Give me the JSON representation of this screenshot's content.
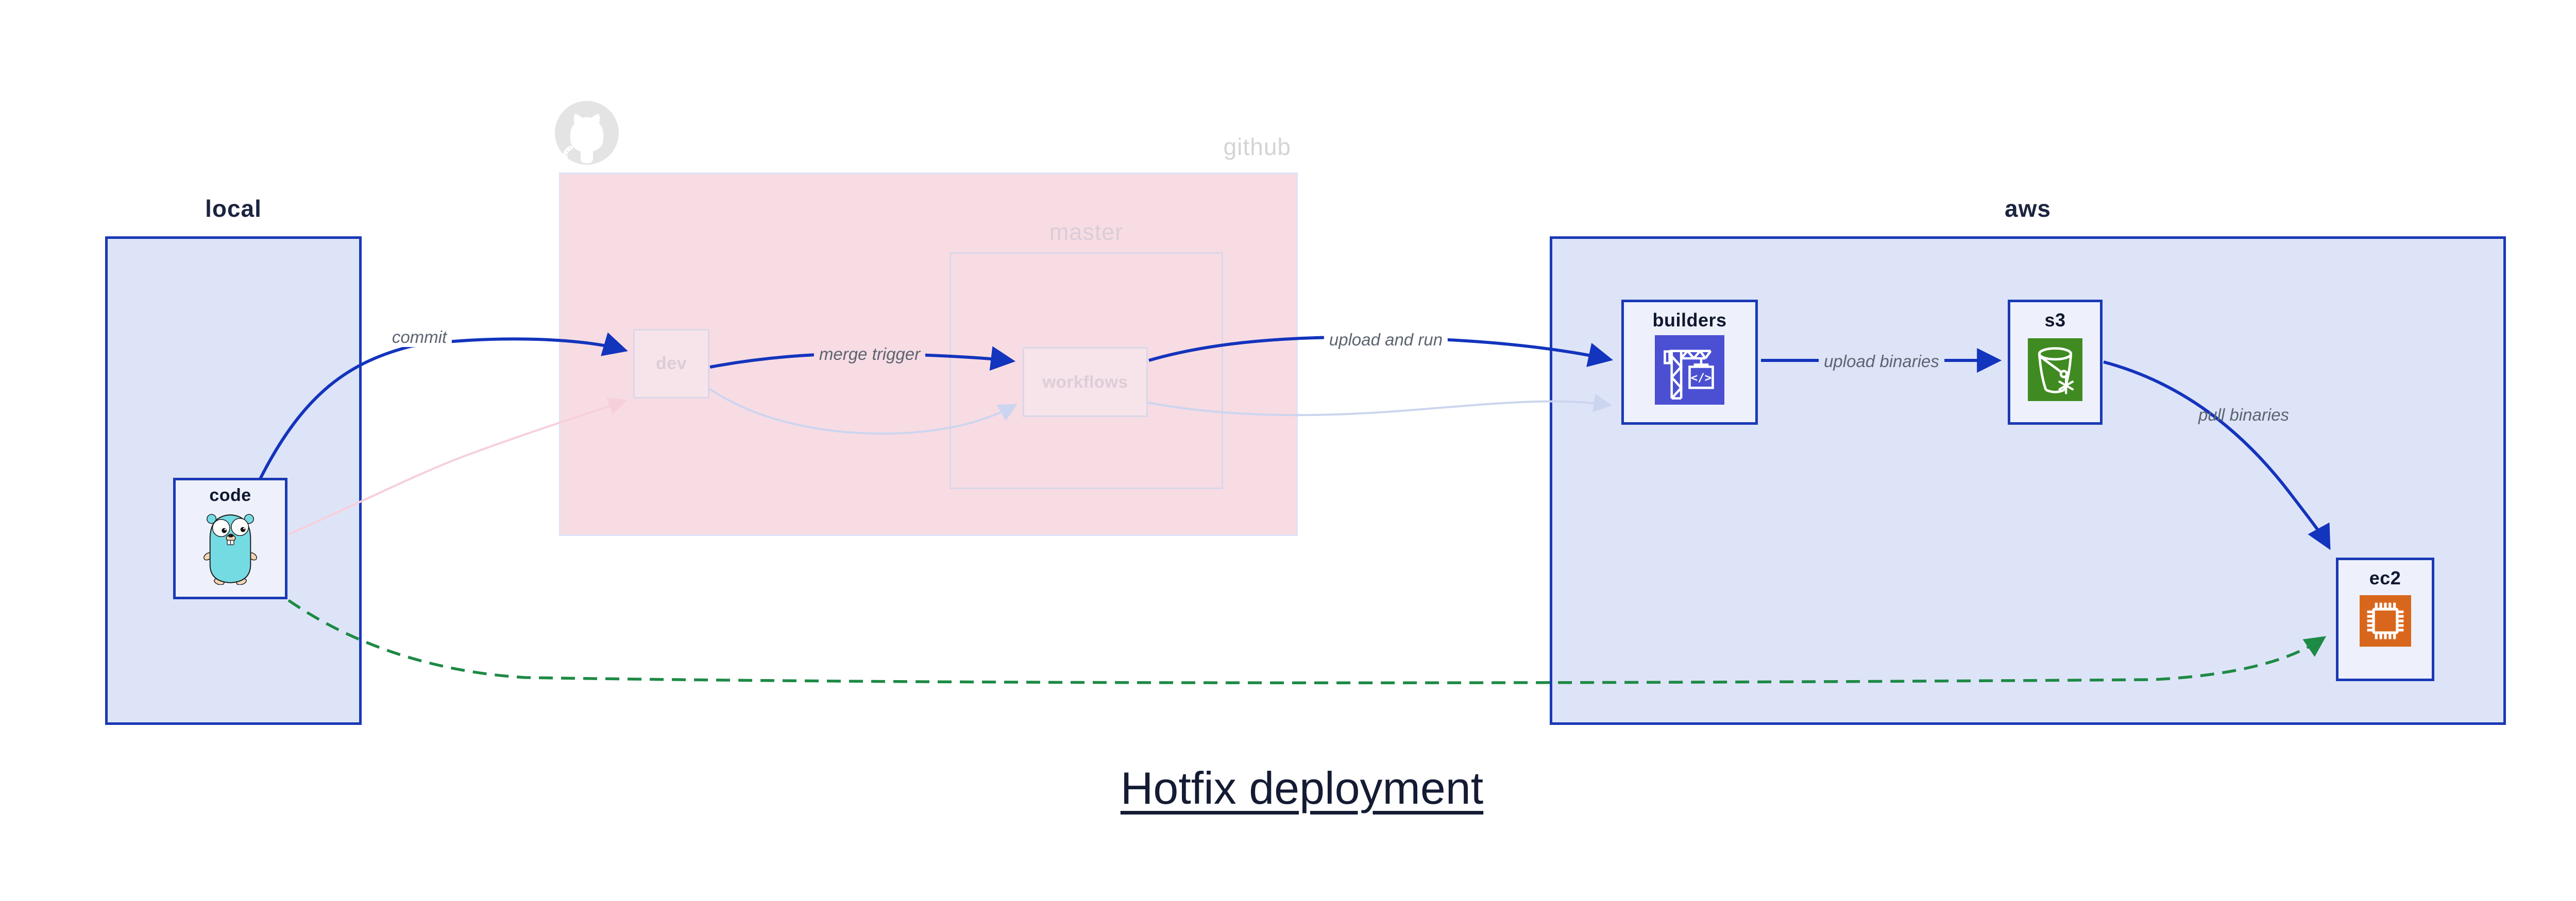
{
  "diagram_title": "Hotfix deployment",
  "clusters": {
    "local": {
      "label": "local"
    },
    "github": {
      "label": "github"
    },
    "master": {
      "label": "master"
    },
    "aws": {
      "label": "aws"
    }
  },
  "nodes": {
    "code": {
      "label": "code",
      "icon": "go-gopher-icon"
    },
    "dev": {
      "label": "dev"
    },
    "workflows": {
      "label": "workflows"
    },
    "builders": {
      "label": "builders",
      "icon": "codebuild-crane-icon"
    },
    "s3": {
      "label": "s3",
      "icon": "s3-bucket-icon"
    },
    "ec2": {
      "label": "ec2",
      "icon": "ec2-chip-icon"
    }
  },
  "edges": {
    "commit": {
      "label": "commit",
      "style": "solid",
      "color": "#1334bd"
    },
    "merge_trigger": {
      "label": "merge trigger",
      "style": "solid",
      "color": "#1334bd"
    },
    "upload_and_run": {
      "label": "upload and run",
      "style": "solid",
      "color": "#1334bd"
    },
    "upload_binaries": {
      "label": "upload binaries",
      "style": "solid",
      "color": "#1334bd"
    },
    "pull_binaries": {
      "label": "pull binaries",
      "style": "solid",
      "color": "#1334bd"
    },
    "hotfix_bypass": {
      "label": "",
      "style": "dashed",
      "color": "#1d8a45"
    },
    "faded_commit": {
      "label": "",
      "style": "solid",
      "color": "#f6d0db"
    },
    "faded_merge": {
      "label": "",
      "style": "solid",
      "color": "#ccd5ef"
    },
    "faded_upload": {
      "label": "",
      "style": "solid",
      "color": "#ccd5ef"
    }
  },
  "colors": {
    "cluster_fill_blue": "#dee4f8",
    "cluster_border_blue": "#1a39b5",
    "cluster_fill_pink": "#f8dce3",
    "node_fill": "#eef1fc",
    "arrow_blue": "#1334bd",
    "arrow_green": "#1d8a45",
    "arrow_faded_pink": "#f6d0db",
    "arrow_faded_lavender": "#ccd5ef",
    "icon_bg_builders": "#4b50d2",
    "icon_bg_s3": "#3f8b21",
    "icon_bg_ec2": "#d8671d",
    "label_gray": "#5c6470",
    "title_color": "#141b33"
  }
}
